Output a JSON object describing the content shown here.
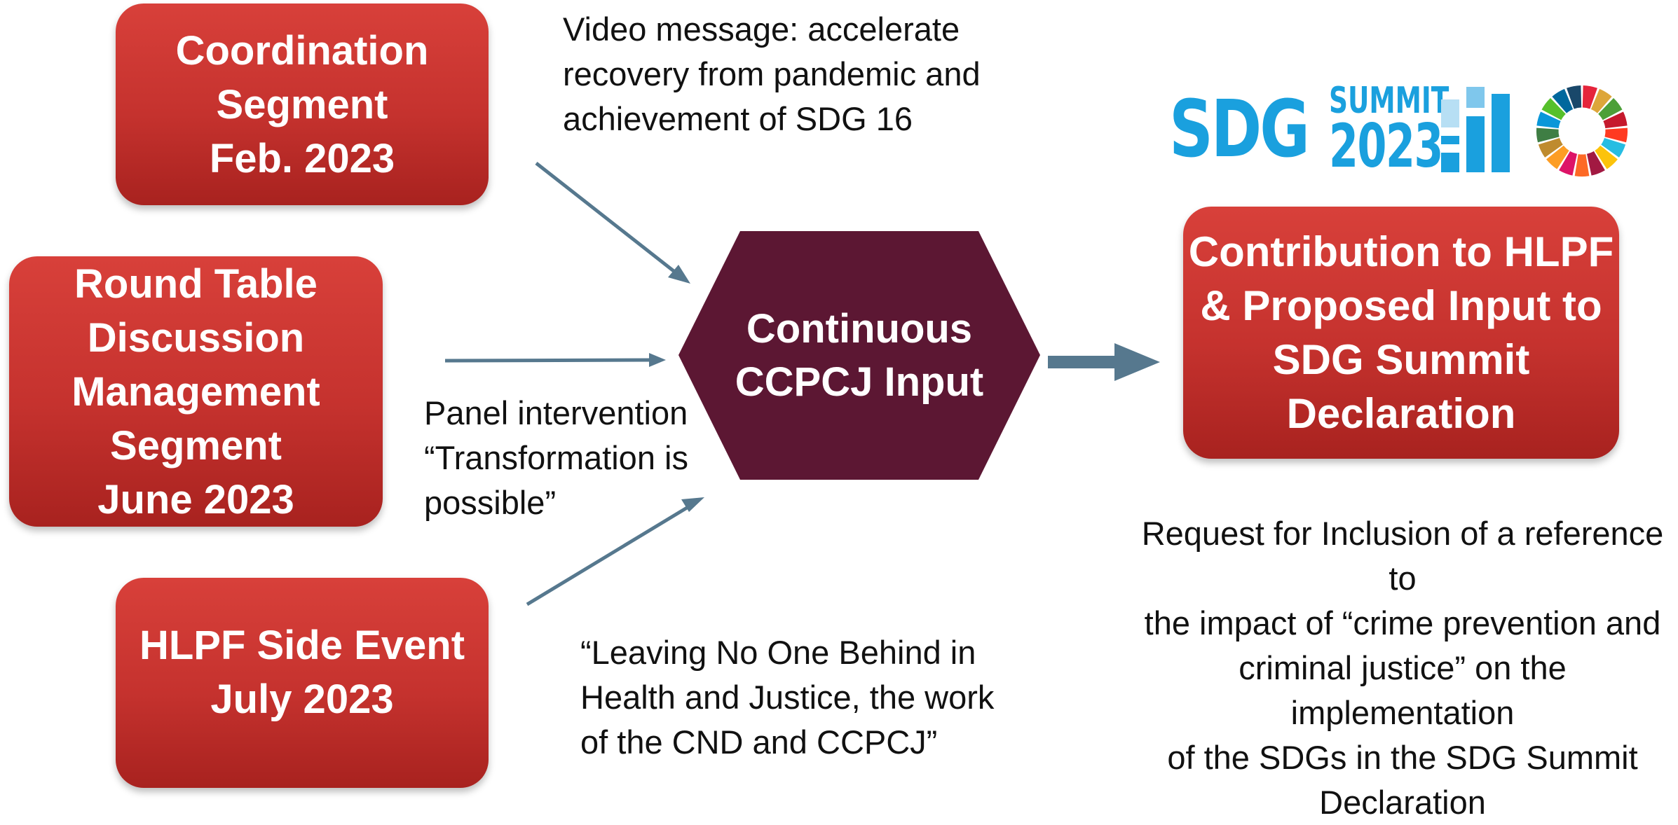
{
  "boxes": {
    "coordination": [
      "Coordination",
      "Segment",
      "Feb. 2023"
    ],
    "roundtable": [
      "Round Table",
      "Discussion",
      "Management",
      "Segment",
      "June 2023"
    ],
    "hlpf_side": [
      "HLPF Side Event",
      "July 2023"
    ],
    "contribution": [
      "Contribution to HLPF",
      "& Proposed Input to",
      "SDG Summit",
      "Declaration"
    ]
  },
  "center": {
    "lines": [
      "Continuous",
      "CCPCJ Input"
    ],
    "color": "#5c1733"
  },
  "notes": {
    "video": [
      "Video message: accelerate",
      "recovery from pandemic and",
      "achievement of SDG 16"
    ],
    "panel": [
      "Panel intervention",
      "“Transformation is",
      "possible”"
    ],
    "leaving": [
      "“Leaving No One Behind in",
      "Health and Justice, the work",
      "of the CND and CCPCJ”"
    ],
    "request": [
      "Request for Inclusion of a reference to",
      "the impact of “crime prevention and",
      "criminal justice” on the implementation",
      "of the SDGs in the SDG Summit",
      "Declaration"
    ]
  },
  "logo": {
    "word": "SDG",
    "summit": "SUMMIT",
    "year": "2023",
    "color": "#1aa0de"
  },
  "colors": {
    "box_red": "#c5322e",
    "arrow": "#56788e"
  }
}
